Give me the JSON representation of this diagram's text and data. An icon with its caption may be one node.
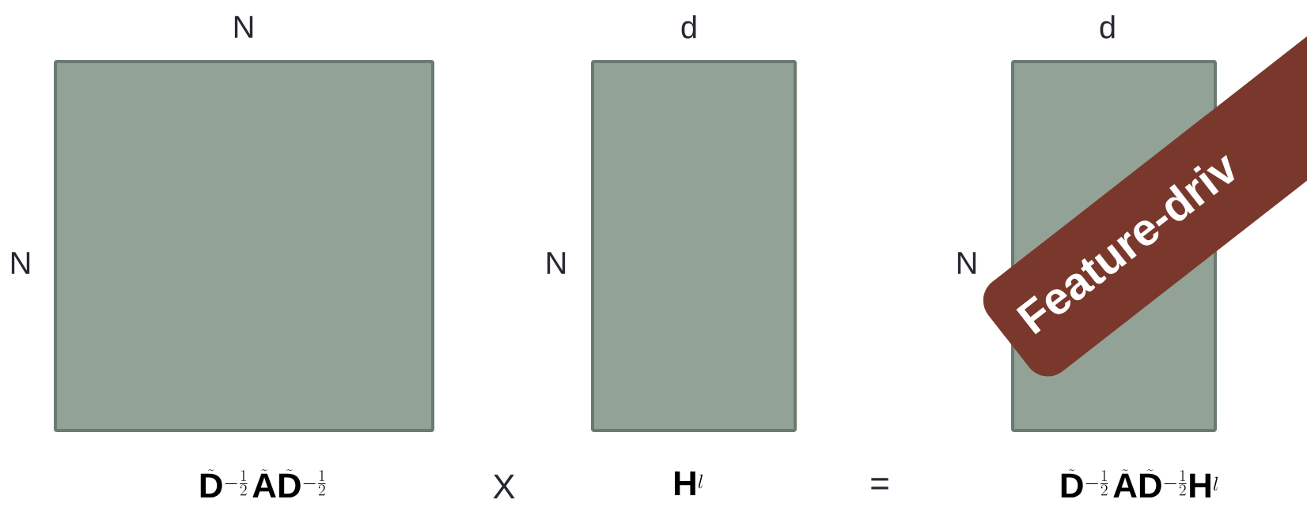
{
  "diagram": {
    "nodes": [
      {
        "text": [],
        "shape": "box",
        "beside": [
          "N",
          "N"
        ]
      },
      {
        "text": [],
        "shape": "box",
        "beside": [
          "d",
          "N"
        ]
      },
      {
        "text": [],
        "shape": "box",
        "beside": [
          "d",
          "N"
        ]
      }
    ],
    "labels": [
      "\\tilde{\\mathbf{D}}^{-\\frac{1}{2}}\\,\\tilde{\\mathbf{A}}\\tilde{\\mathbf{D}}^{-\\frac{1}{2}}",
      "X",
      "\\mathbf{H}^{l}",
      "=",
      "\\tilde{\\mathbf{D}}^{-\\frac{1}{2}}\\,\\tilde{\\mathbf{A}}\\tilde{\\mathbf{D}}^{-\\frac{1}{2}}\\mathbf{H}^{l}",
      "Feature-driv"
    ]
  }
}
